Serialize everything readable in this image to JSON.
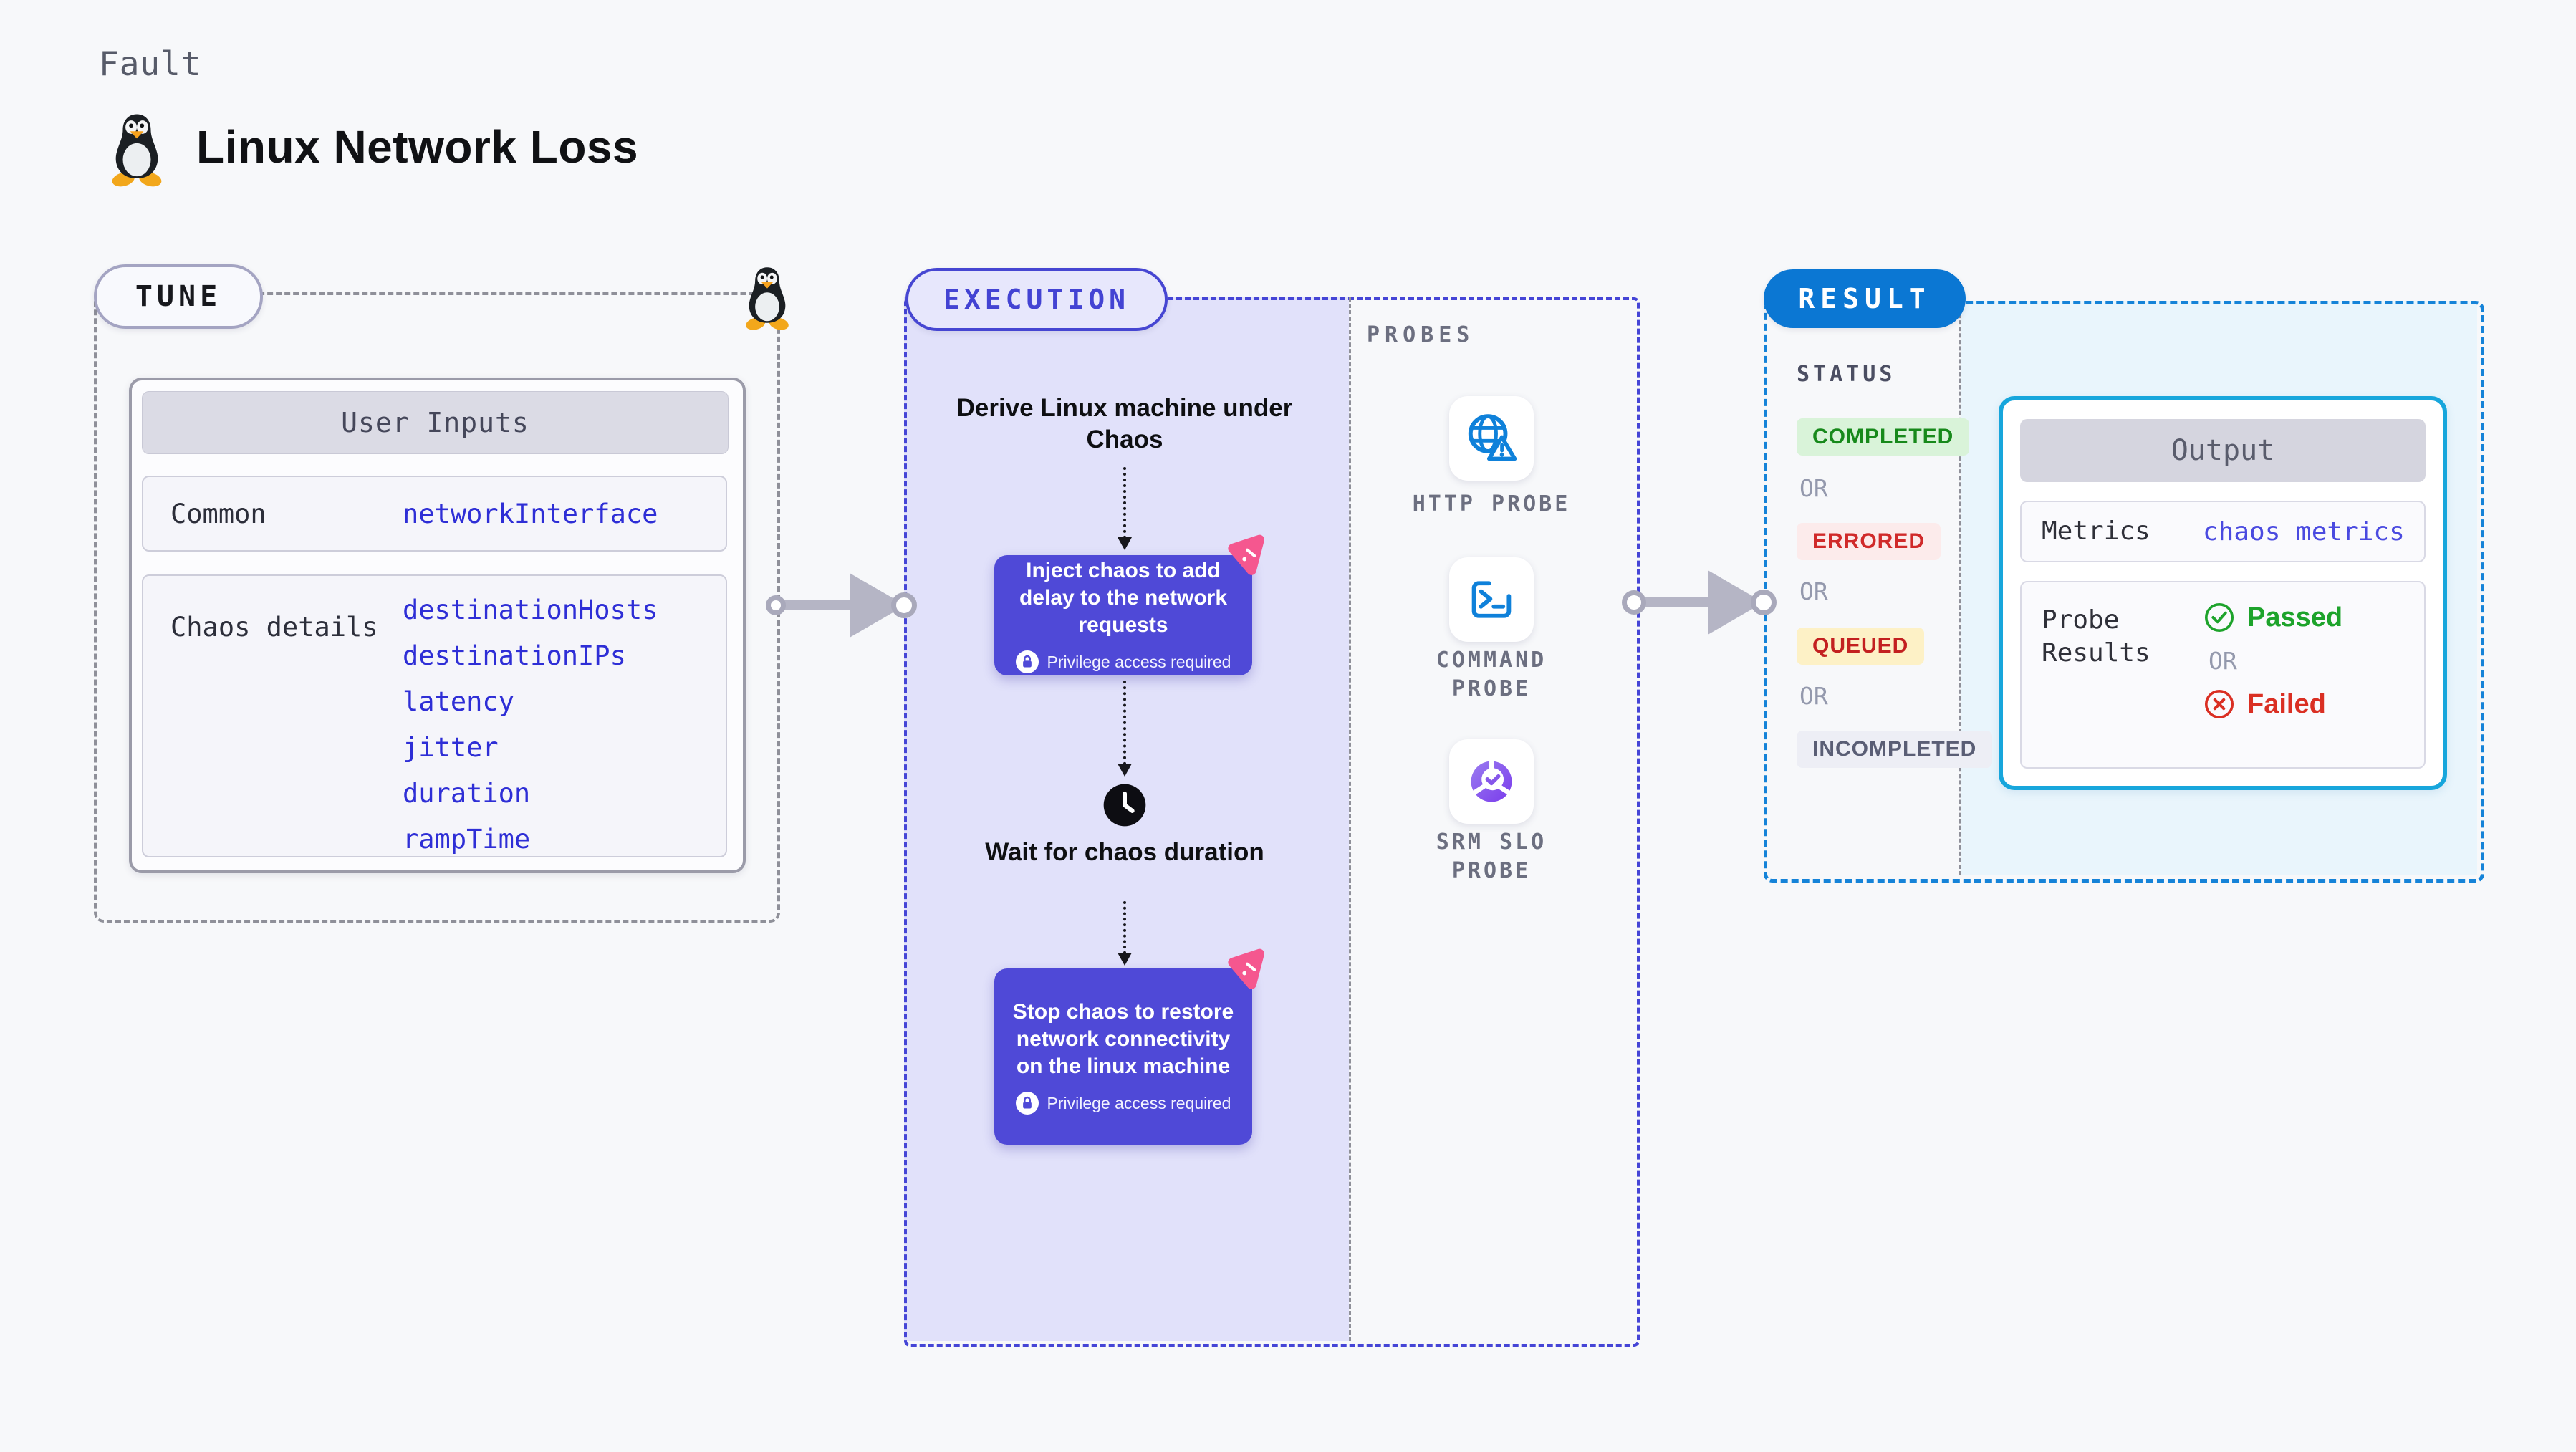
{
  "header": {
    "kicker": "Fault",
    "title": "Linux Network Loss"
  },
  "tune": {
    "pill": "TUNE",
    "card_title": "User Inputs",
    "rows": [
      {
        "label": "Common",
        "values": [
          "networkInterface"
        ]
      },
      {
        "label": "Chaos details",
        "values": [
          "destinationHosts",
          "destinationIPs",
          "latency",
          "jitter",
          "duration",
          "rampTime"
        ]
      }
    ]
  },
  "execution": {
    "pill": "EXECUTION",
    "derive_step": "Derive Linux machine under Chaos",
    "inject_step": "Inject chaos to add delay to the network requests",
    "wait_step": "Wait for chaos duration",
    "stop_step": "Stop chaos to restore network connectivity on the linux machine",
    "privilege_note": "Privilege access required",
    "probes": {
      "heading": "PROBES",
      "items": [
        {
          "label": "HTTP PROBE",
          "icon": "globe-alert-icon"
        },
        {
          "label": "COMMAND PROBE",
          "icon": "terminal-icon"
        },
        {
          "label": "SRM SLO PROBE",
          "icon": "slo-donut-icon"
        }
      ]
    }
  },
  "result": {
    "pill": "RESULT",
    "status_heading": "STATUS",
    "or_label": "OR",
    "badges": [
      {
        "text": "COMPLETED",
        "type": "success"
      },
      {
        "text": "ERRORED",
        "type": "error"
      },
      {
        "text": "QUEUED",
        "type": "warning"
      },
      {
        "text": "INCOMPLETED",
        "type": "neutral"
      }
    ],
    "output": {
      "title": "Output",
      "metrics_label": "Metrics",
      "metrics_value": "chaos metrics",
      "probe_results_label": "Probe Results",
      "passed_label": "Passed",
      "or_label": "OR",
      "failed_label": "Failed"
    }
  },
  "colors": {
    "accent_indigo": "#4545d6",
    "step_box_indigo": "#4f49d7",
    "execution_fill": "#e1e1fa",
    "accent_blue_result": "#0b77d3",
    "result_dash_blue": "#1583d8",
    "result_fill": "#e9f5fc",
    "output_border_cyan": "#17a6dc",
    "code_blue": "#2e2ed6",
    "metrics_value_blue": "#4a4ae0",
    "probe_icon_blue": "#0f81da",
    "success_green": "#17891b",
    "passed_green": "#1da32b",
    "error_red": "#d02a2a",
    "failed_red": "#da2f23",
    "warning_text_red": "#c32020",
    "pink_brand": "#f5578f",
    "arrow_gray": "#b5b5c5"
  }
}
